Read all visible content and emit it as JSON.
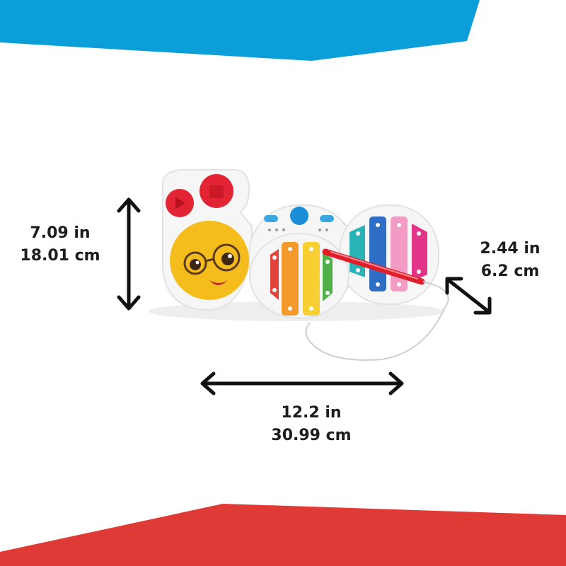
{
  "dimensions": {
    "height": {
      "imperial": "7.09 in",
      "metric": "18.01 cm"
    },
    "depth": {
      "imperial": "2.44 in",
      "metric": "6.2 cm"
    },
    "width": {
      "imperial": "12.2 in",
      "metric": "30.99 cm"
    }
  },
  "colors": {
    "top_band": "#0b9ed8",
    "bottom_band": "#e03a36",
    "text": "#1d1d1d",
    "toy_body": "#f6f6f6",
    "face": "#f5bd1c",
    "red_buttons": "#e32434",
    "blue_button": "#1a8fd8",
    "mallet": "#e01e2a"
  },
  "toy": {
    "name": "xylophone-caterpillar-toy",
    "left_keys": [
      "#e2433a",
      "#f39a2c",
      "#f7cf33",
      "#4fb04a"
    ],
    "right_keys": [
      "#2ab3b7",
      "#2f6ec7",
      "#f29bc4",
      "#e2358a"
    ]
  }
}
